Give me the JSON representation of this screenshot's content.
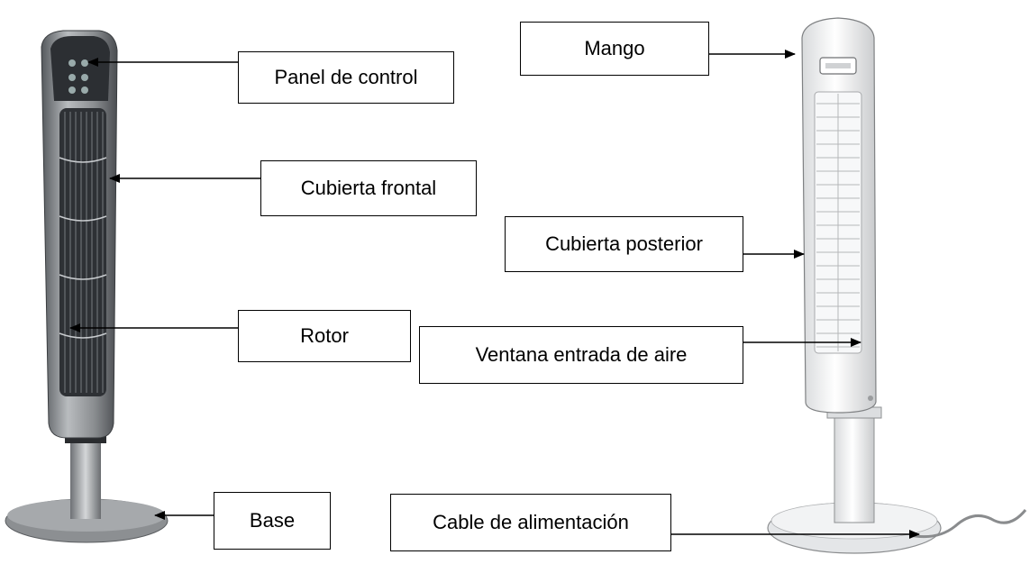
{
  "labels": {
    "panel_control": "Panel de control",
    "cubierta_frontal": "Cubierta frontal",
    "rotor": "Rotor",
    "base": "Base",
    "mango": "Mango",
    "cubierta_posterior": "Cubierta posterior",
    "ventana_entrada": "Ventana entrada de aire",
    "cable": "Cable de alimentación"
  },
  "colors": {
    "front_fan_body": "#8a8d90",
    "front_fan_dark": "#2e3135",
    "rear_fan_body": "#f4f5f6",
    "outline": "#000000"
  }
}
